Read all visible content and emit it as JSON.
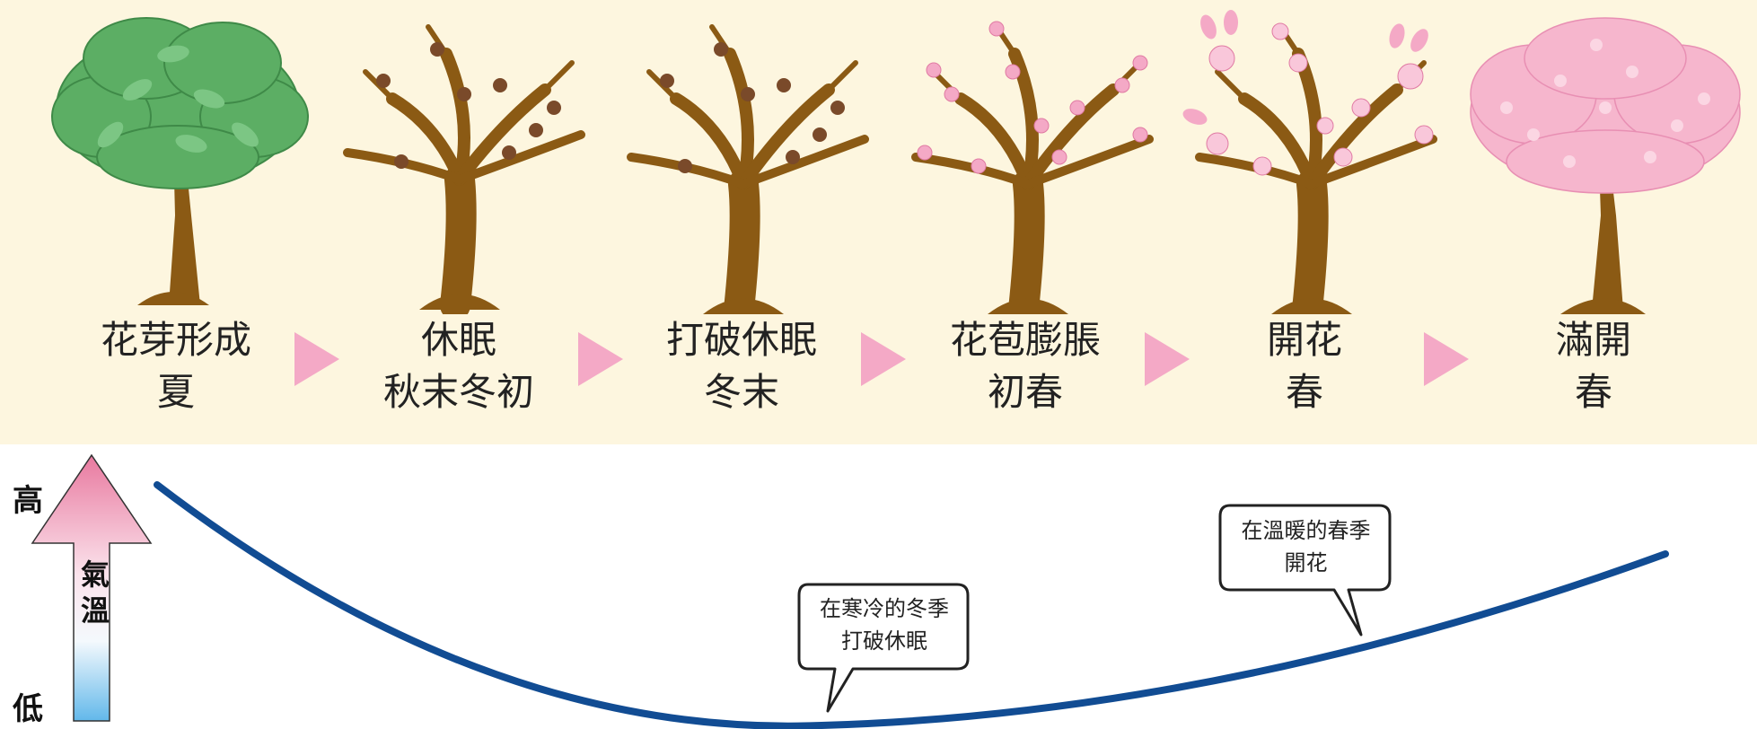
{
  "stages": [
    {
      "name": "花芽形成",
      "season": "夏"
    },
    {
      "name": "休眠",
      "season": "秋末冬初"
    },
    {
      "name": "打破休眠",
      "season": "冬末"
    },
    {
      "name": "花苞膨脹",
      "season": "初春"
    },
    {
      "name": "開花",
      "season": "春"
    },
    {
      "name": "滿開",
      "season": "春"
    }
  ],
  "temperature_axis": {
    "high": "高",
    "low": "低",
    "label_top": "氣",
    "label_bottom": "溫"
  },
  "callouts": {
    "winter": {
      "line1": "在寒冷的冬季",
      "line2": "打破休眠"
    },
    "spring": {
      "line1": "在溫暖的春季",
      "line2": "開花"
    }
  },
  "colors": {
    "background_band": "#fdf6df",
    "trunk": "#8b5a14",
    "leaf": "#5cae64",
    "blossom": "#f4a9c6",
    "bud": "#7a4a2a",
    "arrow": "#f4a9c6",
    "curve": "#114c93"
  }
}
